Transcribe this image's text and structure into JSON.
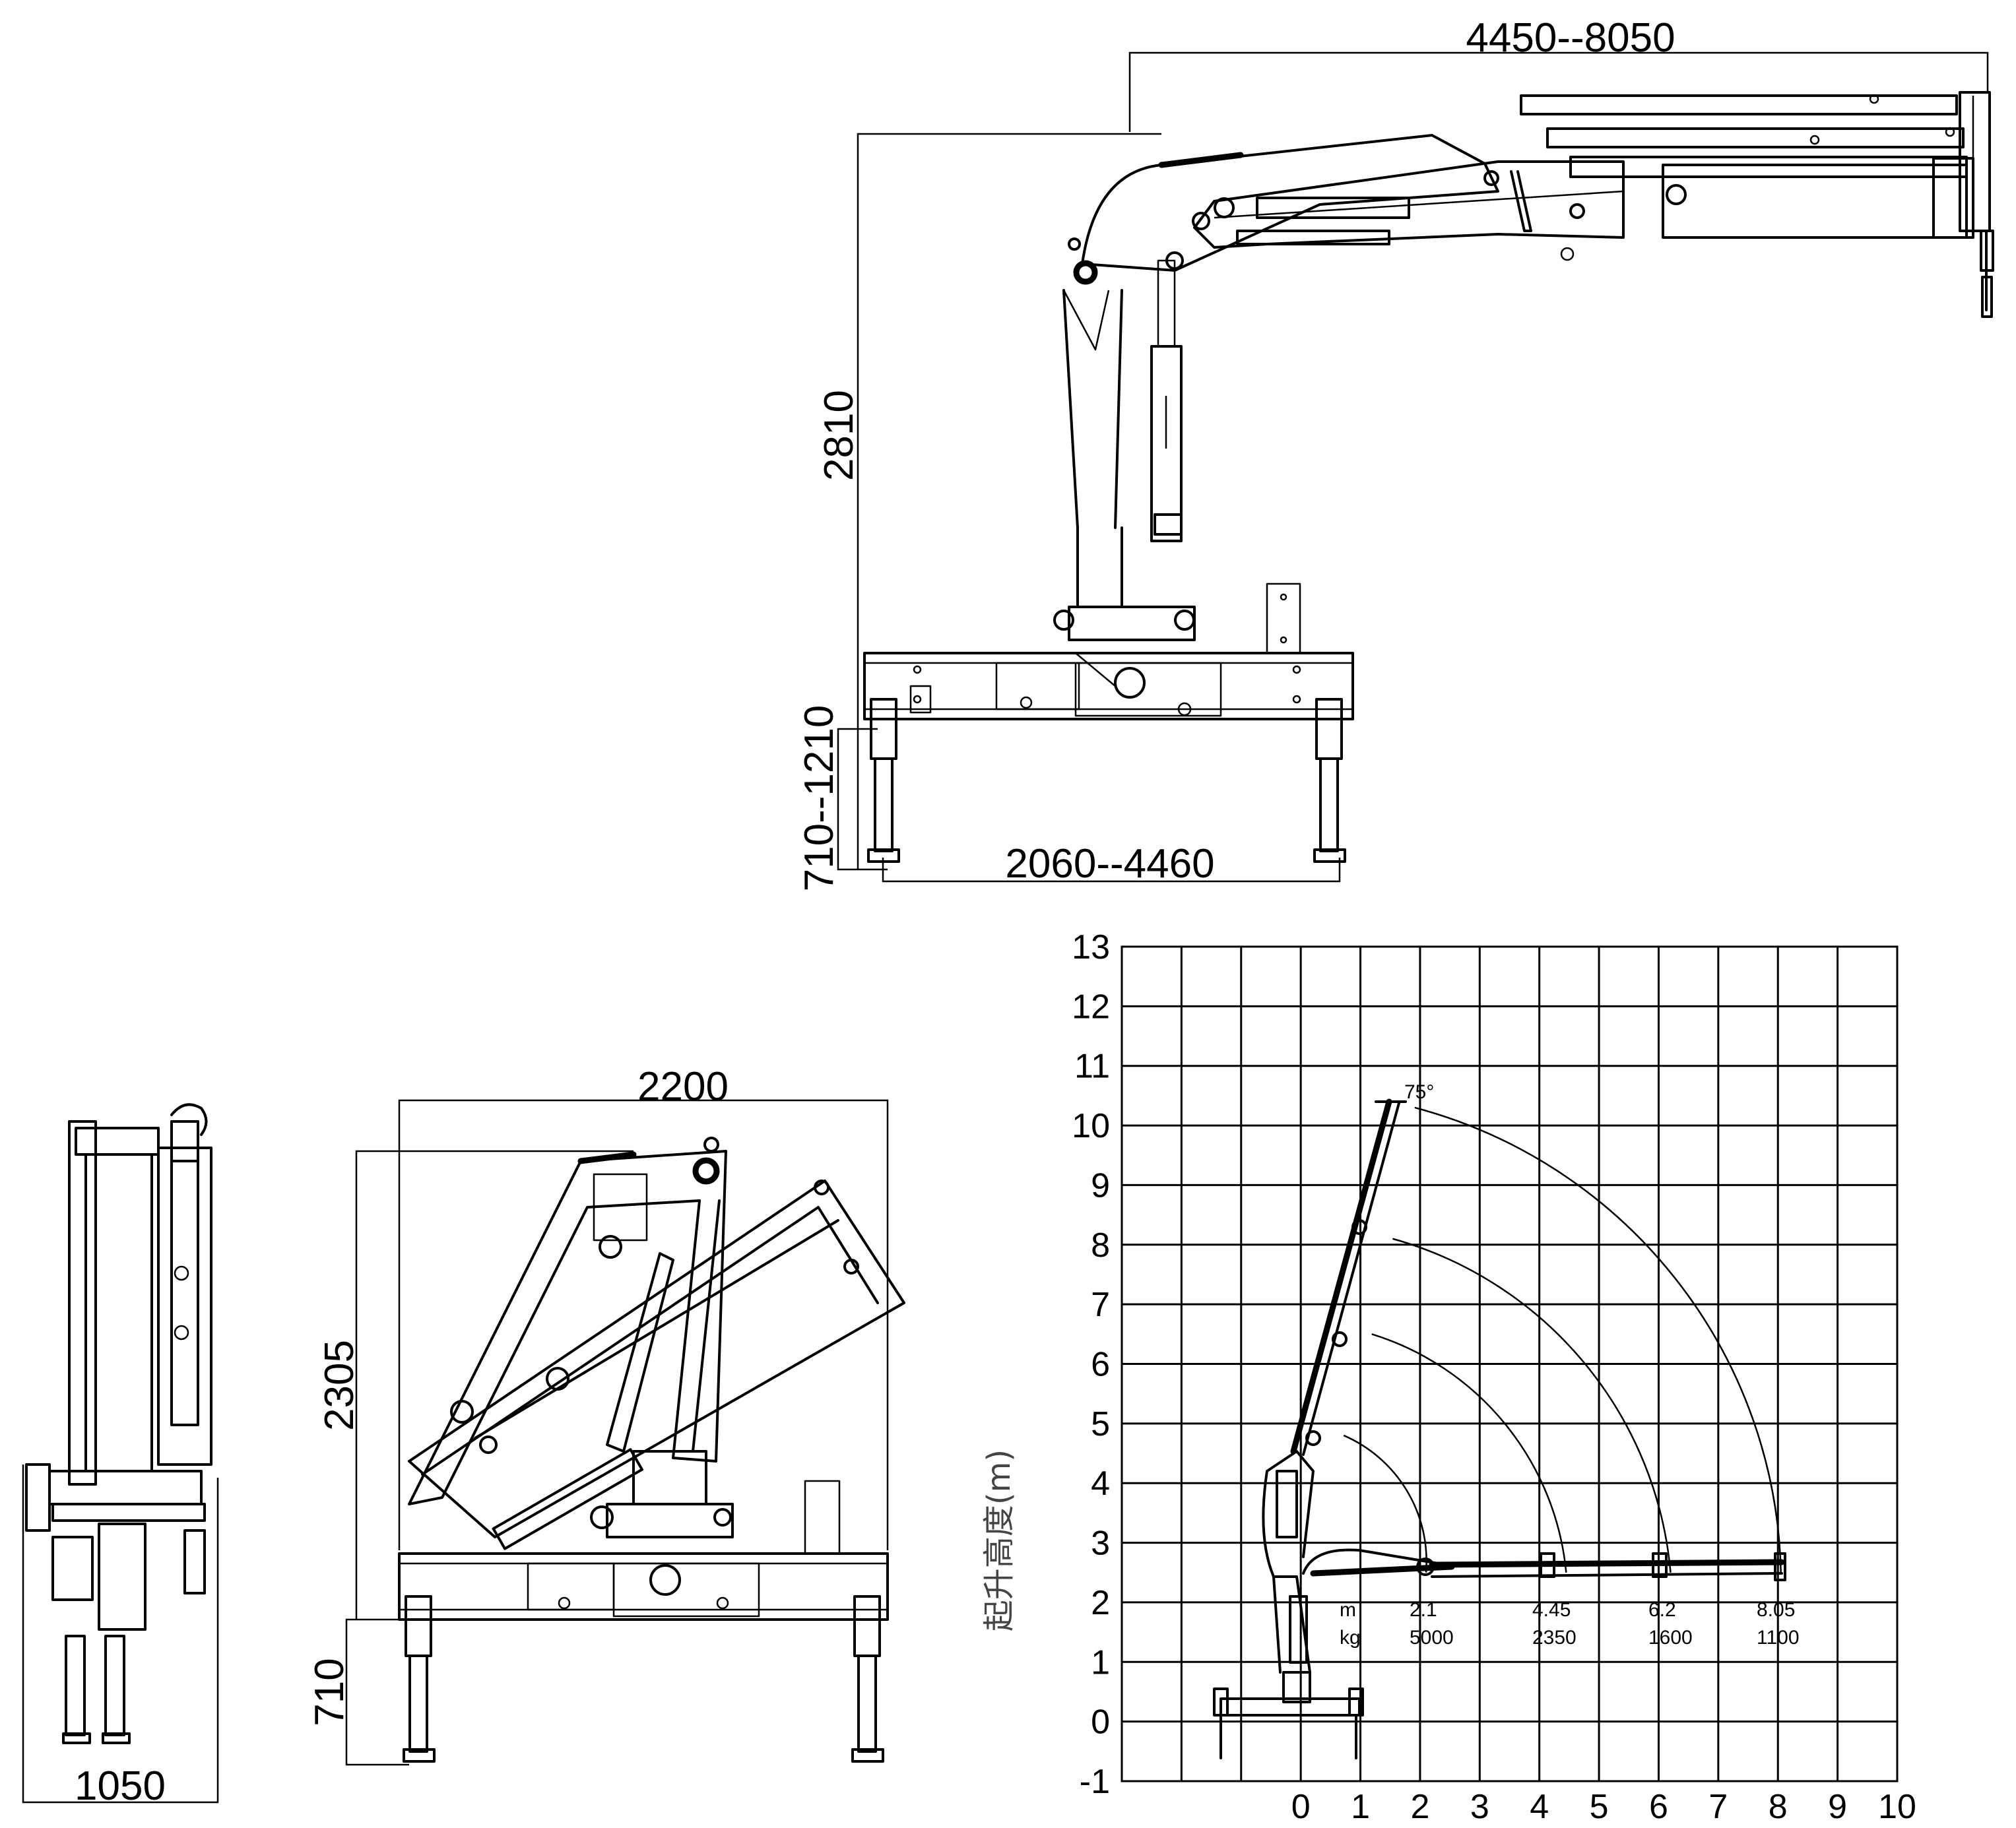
{
  "dimensions": {
    "reach": "4450--8050",
    "height": "2810",
    "leg_height": "710--1210",
    "outrigger_span": "2060--4460",
    "transport_width": "2200",
    "transport_height": "2305",
    "transport_leg_height": "710",
    "side_width": "1050"
  },
  "chart_data": {
    "type": "diagram",
    "title": "",
    "xlabel": "",
    "ylabel": "起升高度(m)",
    "x_ticks": [
      "0",
      "1",
      "2",
      "3",
      "4",
      "5",
      "6",
      "7",
      "8",
      "9",
      "10"
    ],
    "y_ticks": [
      "13",
      "12",
      "11",
      "10",
      "9",
      "8",
      "7",
      "6",
      "5",
      "4",
      "3",
      "2",
      "1",
      "0",
      "-1"
    ],
    "xlim": [
      -3,
      10
    ],
    "ylim": [
      -1,
      13
    ],
    "grid": true,
    "angle_label": "75°",
    "load_table": {
      "row_labels": [
        "m",
        "kg"
      ],
      "radius_m": [
        "2.1",
        "4.45",
        "6.2",
        "8.05"
      ],
      "load_kg": [
        "5000",
        "2350",
        "1600",
        "1100"
      ]
    },
    "arcs": [
      {
        "radius_m": 2.1,
        "tip_height_m": 4.8
      },
      {
        "radius_m": 4.45,
        "tip_height_m": 6.5
      },
      {
        "radius_m": 6.2,
        "tip_height_m": 8.1
      },
      {
        "radius_m": 8.05,
        "tip_height_m": 10.3
      }
    ]
  }
}
